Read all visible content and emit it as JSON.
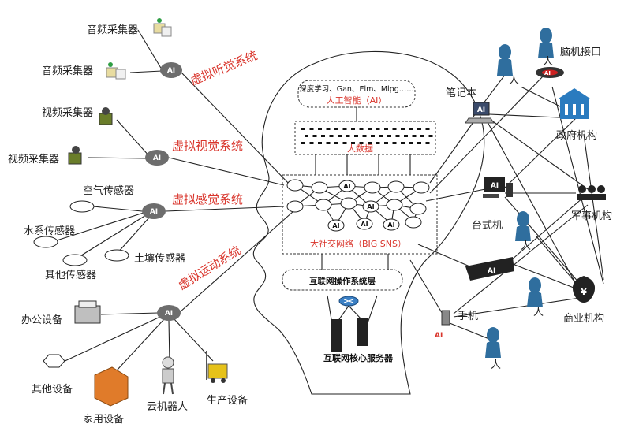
{
  "left_devices": {
    "audio1": "音频采集器",
    "audio2": "音频采集器",
    "video1": "视频采集器",
    "video2": "视频采集器",
    "air": "空气传感器",
    "water": "水系传感器",
    "soil": "土壤传感器",
    "other_sensor": "其他传感器",
    "office": "办公设备",
    "other_device": "其他设备",
    "home": "家用设备",
    "robot": "云机器人",
    "production": "生产设备"
  },
  "systems": {
    "hearing": "虚拟听觉系统",
    "vision": "虚拟视觉系统",
    "sensation": "虚拟感觉系统",
    "motion": "虚拟运动系统"
  },
  "ai_label": "AI",
  "brain": {
    "ai_methods": "深度学习、Gan、Elm、Mlpg……",
    "ai_title": "人工智能（AI）",
    "big_data": "大数据",
    "sns": "大社交网络（BIG SNS）",
    "os_layer": "互联网操作系统层",
    "core_server": "互联网核心服务器"
  },
  "right_nodes": {
    "notebook": "笔记本",
    "bci": "脑机接口",
    "person": "人",
    "government": "政府机构",
    "desktop": "台式机",
    "military": "军事机构",
    "phone": "手机",
    "business": "商业机构"
  },
  "colors": {
    "system_red": "#d9342b",
    "ai_node": "#6d6d6d",
    "person_blue": "#2f6e9e",
    "gov_blue": "#2a7bbf"
  }
}
